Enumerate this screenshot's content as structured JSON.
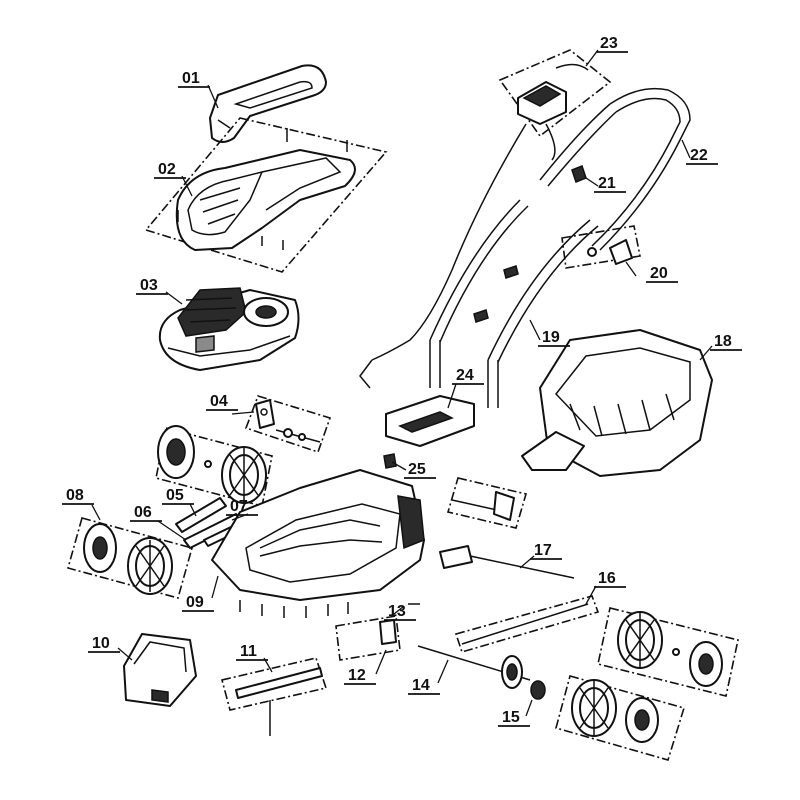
{
  "parts": [
    {
      "id": "p01",
      "label": "01"
    },
    {
      "id": "p02",
      "label": "02"
    },
    {
      "id": "p03",
      "label": "03"
    },
    {
      "id": "p04",
      "label": "04"
    },
    {
      "id": "p05",
      "label": "05"
    },
    {
      "id": "p06",
      "label": "06"
    },
    {
      "id": "p07",
      "label": "07"
    },
    {
      "id": "p08",
      "label": "08"
    },
    {
      "id": "p09",
      "label": "09"
    },
    {
      "id": "p10",
      "label": "10"
    },
    {
      "id": "p11",
      "label": "11"
    },
    {
      "id": "p12",
      "label": "12"
    },
    {
      "id": "p13",
      "label": "13"
    },
    {
      "id": "p14",
      "label": "14"
    },
    {
      "id": "p15",
      "label": "15"
    },
    {
      "id": "p16",
      "label": "16"
    },
    {
      "id": "p17",
      "label": "17"
    },
    {
      "id": "p18",
      "label": "18"
    },
    {
      "id": "p19",
      "label": "19"
    },
    {
      "id": "p20",
      "label": "20"
    },
    {
      "id": "p21",
      "label": "21"
    },
    {
      "id": "p22",
      "label": "22"
    },
    {
      "id": "p23",
      "label": "23"
    },
    {
      "id": "p24",
      "label": "24"
    },
    {
      "id": "p25",
      "label": "25"
    }
  ]
}
